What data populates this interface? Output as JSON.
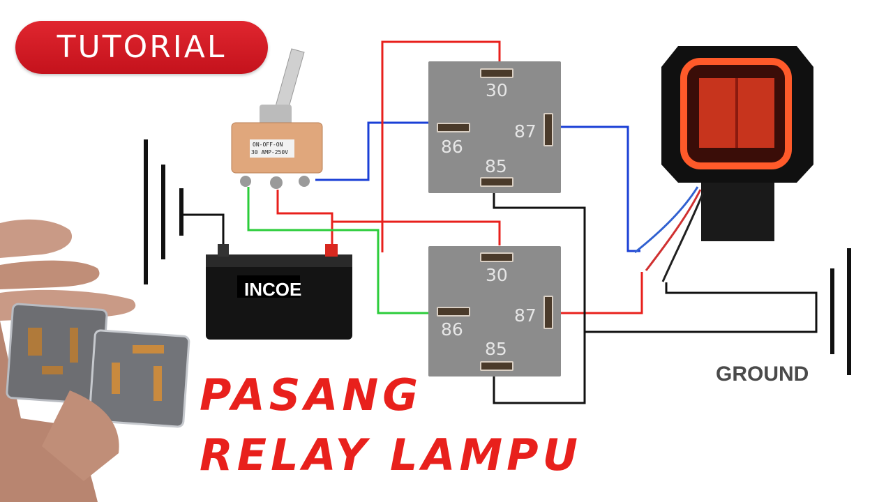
{
  "badge": {
    "text": "TUTORIAL"
  },
  "relay_top": {
    "pin30": "30",
    "pin86": "86",
    "pin87": "87",
    "pin85": "85"
  },
  "relay_bottom": {
    "pin30": "30",
    "pin86": "86",
    "pin87": "87",
    "pin85": "85"
  },
  "switch": {
    "line1": "ON-OFF-ON",
    "line2": "30 AMP-250V"
  },
  "battery": {
    "brand": "INCOE"
  },
  "ground_label": "GROUND",
  "title": {
    "line1": "PASANG",
    "line2": "RELAY LAMPU"
  },
  "colors": {
    "red_wire": "#e8201c",
    "blue_wire": "#1a3fd6",
    "green_wire": "#2bcc3a",
    "black_wire": "#111111",
    "relay": "#8c8c8c",
    "badge": "#d81a24"
  }
}
